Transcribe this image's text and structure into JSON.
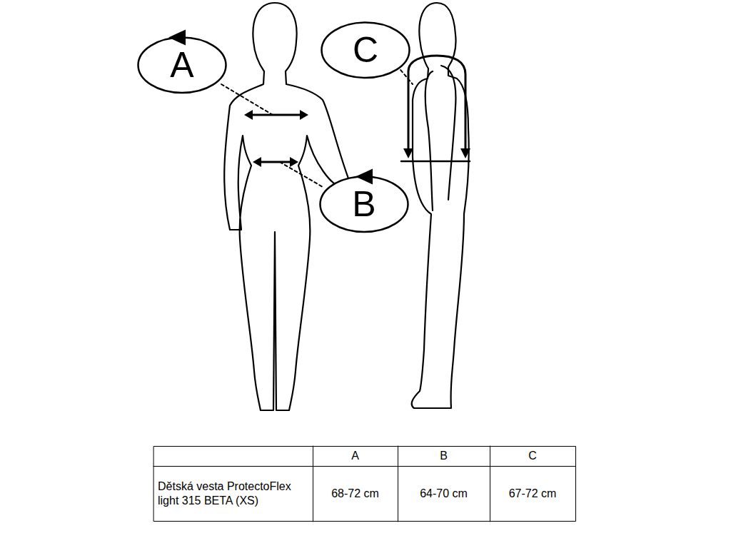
{
  "diagram": {
    "nodes": [
      {
        "text": [
          "A"
        ]
      },
      {
        "text": [
          "C"
        ]
      },
      {
        "text": [
          "B"
        ]
      }
    ],
    "labels": [
      "A",
      "B",
      "C",
      "Dětská vesta ProtectoFlex light 315 BETA (XS)",
      "68-72 cm",
      "64-70 cm",
      "67-72 cm"
    ]
  }
}
